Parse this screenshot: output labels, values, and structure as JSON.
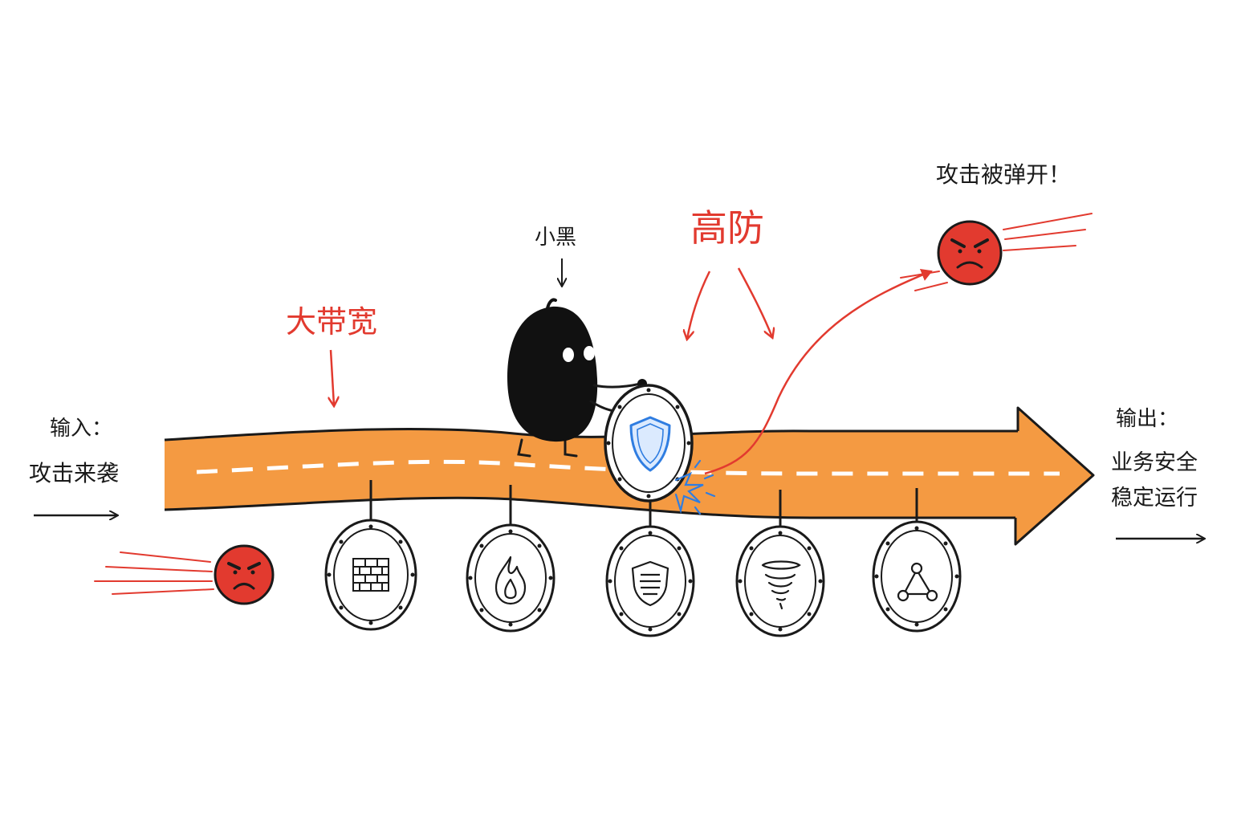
{
  "input": {
    "label": "输入：",
    "text": "攻击来袭"
  },
  "output": {
    "label": "输出：",
    "line1": "业务安全",
    "line2": "稳定运行"
  },
  "character": {
    "label": "小黑"
  },
  "bandwidth": {
    "label": "大带宽"
  },
  "high_defense": {
    "label": "高防"
  },
  "bounce": {
    "label": "攻击被弹开！"
  },
  "colors": {
    "pipe_fill": "#f28c28",
    "accent_red": "#e23a2f",
    "ink": "#1a1a1a",
    "shield_blue": "#2f7de1"
  },
  "shields": [
    {
      "icon": "brick-wall-icon"
    },
    {
      "icon": "flame-icon"
    },
    {
      "icon": "shield-icon"
    },
    {
      "icon": "tornado-icon"
    },
    {
      "icon": "network-triangle-icon"
    }
  ]
}
